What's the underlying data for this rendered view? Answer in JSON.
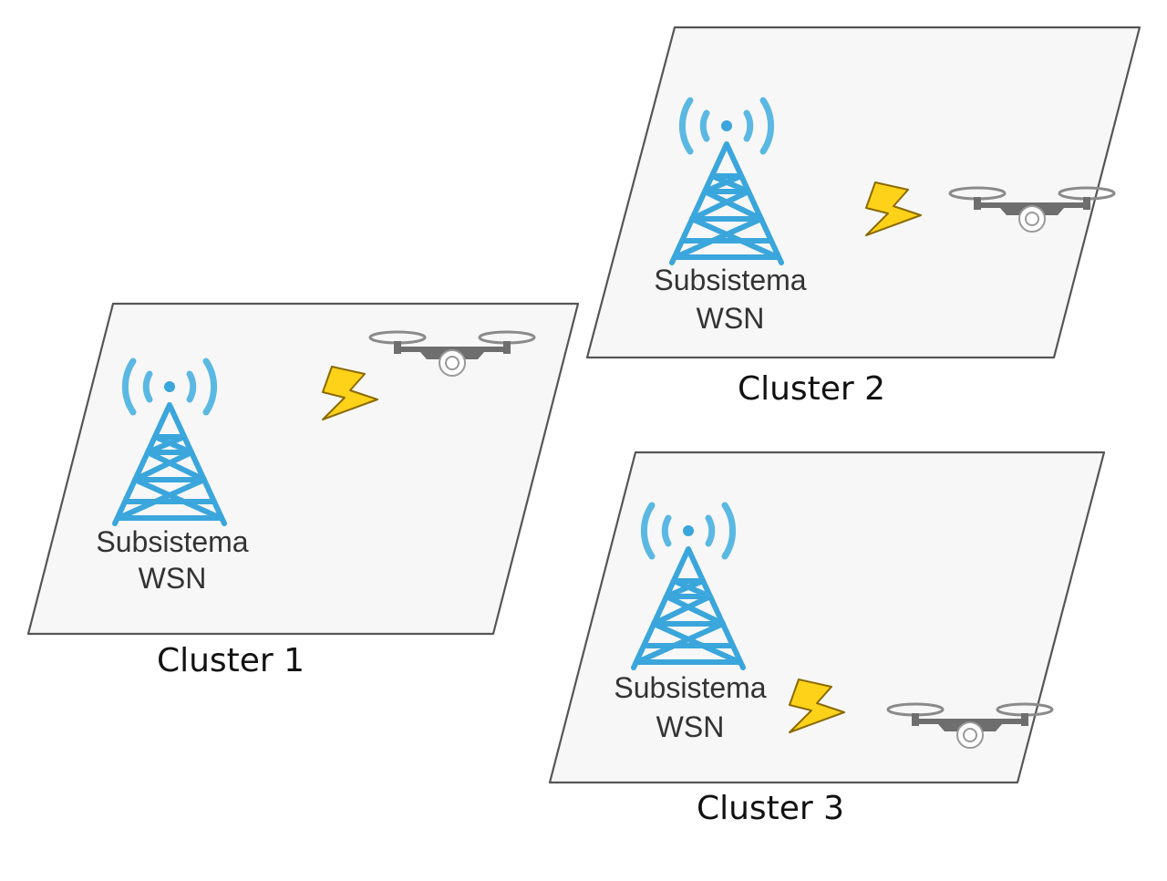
{
  "clusters": [
    {
      "name": "Cluster 1",
      "subsystem_line1": "Subsistema",
      "subsystem_line2": "WSN"
    },
    {
      "name": "Cluster 2",
      "subsystem_line1": "Subsistema",
      "subsystem_line2": "WSN"
    },
    {
      "name": "Cluster 3",
      "subsystem_line1": "Subsistema",
      "subsystem_line2": "WSN"
    }
  ],
  "icons": {
    "tower": "radio-tower-icon",
    "link": "lightning-bolt-icon",
    "uav": "drone-icon"
  },
  "colors": {
    "tower": "#3aa6dc",
    "bolt": "#ffd21a",
    "drone": "#6e6e6e",
    "plate_border": "#555555",
    "plate_fill": "#f7f7f7"
  }
}
